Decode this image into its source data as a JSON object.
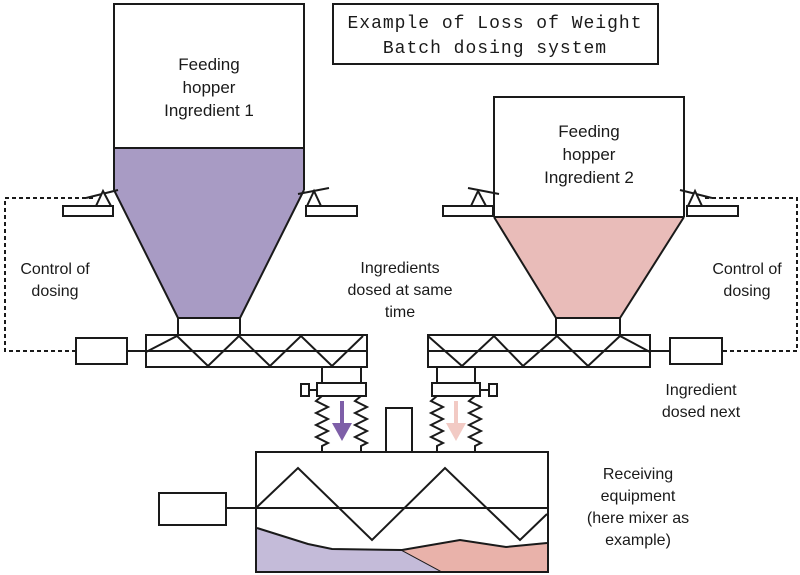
{
  "title": {
    "line1": "Example of Loss of Weight",
    "line2": "Batch dosing system"
  },
  "hoppers": {
    "hopper1": {
      "line1": "Feeding",
      "line2": "hopper",
      "line3": "Ingredient 1"
    },
    "hopper2": {
      "line1": "Feeding",
      "line2": "hopper",
      "line3": "Ingredient 2"
    }
  },
  "labels": {
    "control_left": {
      "line1": "Control of",
      "line2": "dosing"
    },
    "control_right": {
      "line1": "Control of",
      "line2": "dosing"
    },
    "dosed_same": {
      "line1": "Ingredients",
      "line2": "dosed at same",
      "line3": "time"
    },
    "dosed_next": {
      "line1": "Ingredient",
      "line2": "dosed next"
    },
    "receiving": {
      "line1": "Receiving",
      "line2": "equipment",
      "line3": "(here mixer as",
      "line4": "example)"
    }
  },
  "colors": {
    "ingredient1_purple": "#a89bc4",
    "ingredient2_pink": "#e9bcb9",
    "motor_green": "#8ed155",
    "mix_purple": "#c4bbd9",
    "mix_pink": "#e9b2aa",
    "arrow_purple": "#7e5fa8",
    "arrow_pink": "#f2cac4",
    "outline": "#1a1a1a"
  }
}
